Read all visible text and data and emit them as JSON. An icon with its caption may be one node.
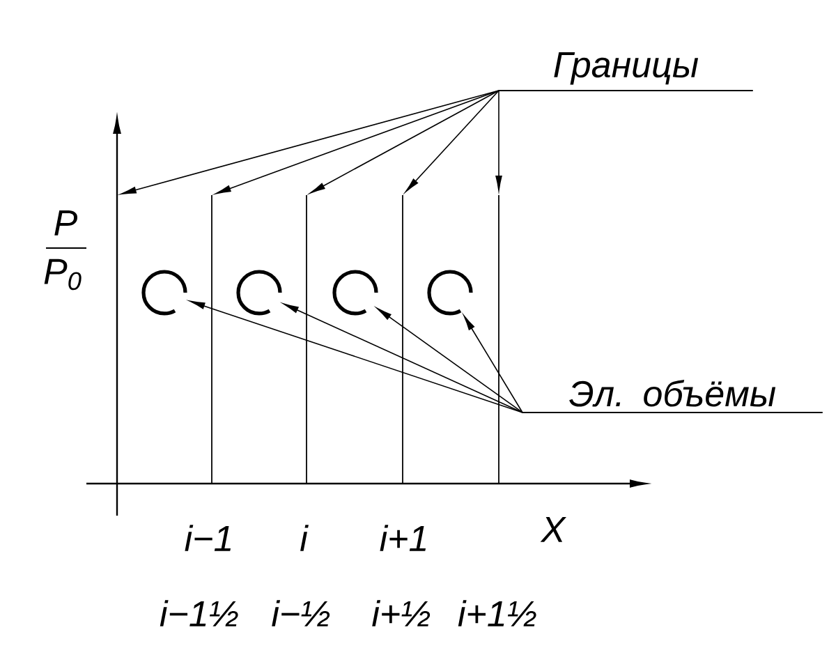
{
  "diagram": {
    "nodes": [
      {
        "text": [
          "Границы"
        ]
      },
      {
        "text": [],
        "shape": "line"
      },
      {
        "text": [],
        "shape": "line"
      },
      {
        "text": [],
        "shape": "line"
      },
      {
        "text": [],
        "shape": "line"
      },
      {
        "text": [
          "Эл. объёмы"
        ]
      },
      {
        "text": [],
        "shape": "circle"
      },
      {
        "text": [],
        "shape": "circle"
      },
      {
        "text": [],
        "shape": "circle"
      },
      {
        "text": [],
        "shape": "circle"
      }
    ],
    "edges": [
      {
        "from": 0,
        "to": null,
        "arrow": "to"
      },
      {
        "from": 0,
        "to": 1,
        "arrow": "to"
      },
      {
        "from": 0,
        "to": 2,
        "arrow": "to"
      },
      {
        "from": 0,
        "to": 3,
        "arrow": "to"
      },
      {
        "from": 0,
        "to": 4,
        "arrow": "to"
      },
      {
        "from": 5,
        "to": 6,
        "arrow": "to"
      },
      {
        "from": 5,
        "to": 7,
        "arrow": "to"
      },
      {
        "from": 5,
        "to": 8,
        "arrow": "to"
      },
      {
        "from": 5,
        "to": 9,
        "arrow": "to"
      }
    ],
    "labels": [
      "P",
      "P$_{0}$",
      "i−1",
      "i",
      "i+1",
      "X",
      "i−1½",
      "i−½",
      "i+½",
      "i+1½"
    ]
  }
}
